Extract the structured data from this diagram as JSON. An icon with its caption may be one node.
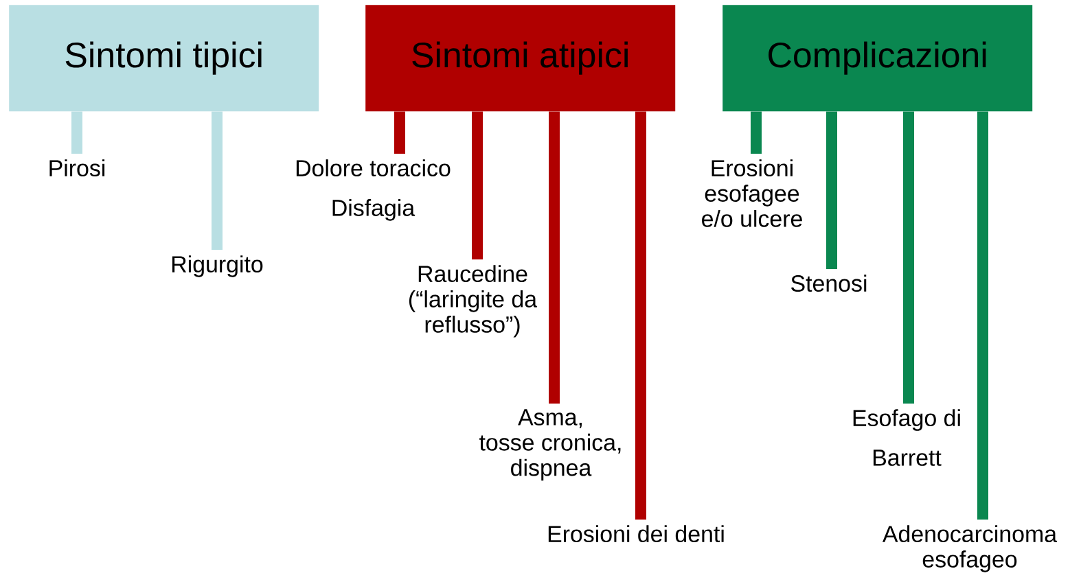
{
  "diagram": {
    "nodes": [
      {
        "text": [
          "Sintomi tipici"
        ]
      },
      {
        "text": [
          "Sintomi atipici"
        ]
      },
      {
        "text": [
          "Complicazioni"
        ]
      },
      {
        "text": [
          "Pirosi"
        ]
      },
      {
        "text": [
          "Rigurgito"
        ]
      },
      {
        "text": [
          "Dolore toracico",
          "Disfagia"
        ]
      },
      {
        "text": [
          "Raucedine (“laringite da reflusso”)"
        ]
      },
      {
        "text": [
          "Asma, tosse cronica, dispnea"
        ]
      },
      {
        "text": [
          "Erosioni dei denti"
        ]
      },
      {
        "text": [
          "Erosioni esofagee e/o ulcere"
        ]
      },
      {
        "text": [
          "Stenosi"
        ]
      },
      {
        "text": [
          "Esofago di Barrett"
        ]
      },
      {
        "text": [
          "Adenocarcinoma esofageo"
        ]
      }
    ],
    "edges": [
      {
        "from": 0,
        "to": 3,
        "arrow": "none",
        "color": "#b9dfe3"
      },
      {
        "from": 0,
        "to": 4,
        "arrow": "none",
        "color": "#b9dfe3"
      },
      {
        "from": 1,
        "to": 5,
        "arrow": "none",
        "color": "#b00000"
      },
      {
        "from": 1,
        "to": 6,
        "arrow": "none",
        "color": "#b00000"
      },
      {
        "from": 1,
        "to": 7,
        "arrow": "none",
        "color": "#b00000"
      },
      {
        "from": 1,
        "to": 8,
        "arrow": "none",
        "color": "#b00000"
      },
      {
        "from": 2,
        "to": 9,
        "arrow": "none",
        "color": "#0a8750"
      },
      {
        "from": 2,
        "to": 10,
        "arrow": "none",
        "color": "#0a8750"
      },
      {
        "from": 2,
        "to": 11,
        "arrow": "none",
        "color": "#0a8750"
      },
      {
        "from": 2,
        "to": 12,
        "arrow": "none",
        "color": "#0a8750"
      }
    ]
  }
}
